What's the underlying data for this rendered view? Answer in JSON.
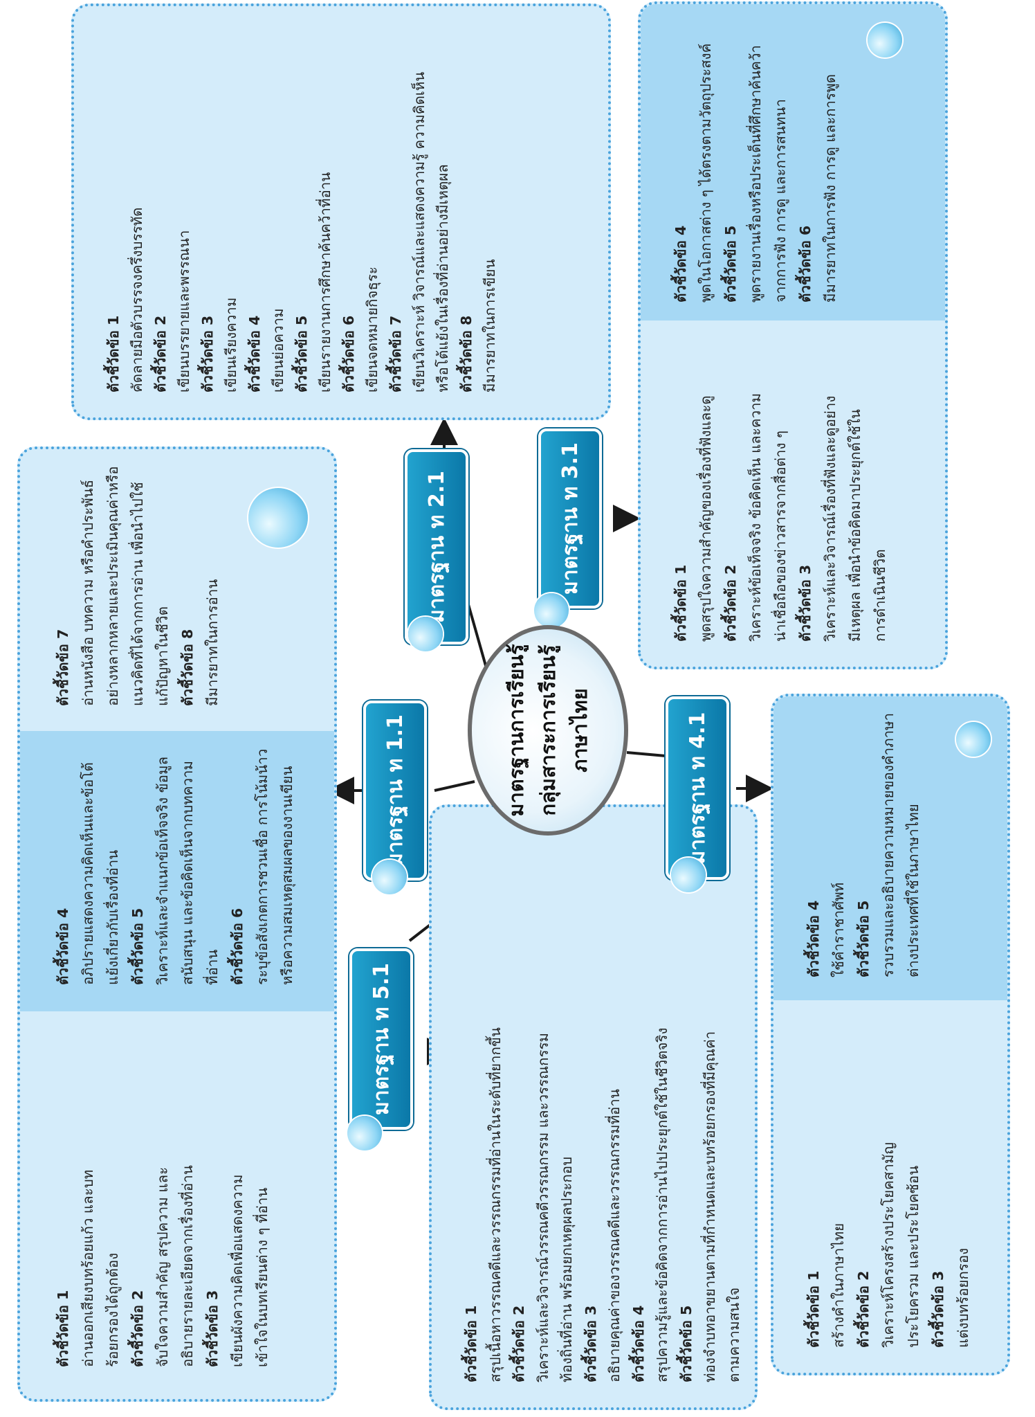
{
  "center": {
    "line1": "มาตรฐานการเรียนรู้",
    "line2": "กลุ่มสาระการเรียนรู้",
    "line3": "ภาษาไทย"
  },
  "standards": {
    "s11": "มาตรฐาน ท 1.1",
    "s21": "มาตรฐาน ท 2.1",
    "s31": "มาตรฐาน ท 3.1",
    "s41": "มาตรฐาน ท 4.1",
    "s51": "มาตรฐาน ท 5.1"
  },
  "panel_11": {
    "a": [
      {
        "h": "ตัวชี้วัดข้อ 1",
        "t": [
          "อ่านออกเสียงบทร้อยแก้ว และบท",
          "ร้อยกรองได้ถูกต้อง"
        ]
      },
      {
        "h": "ตัวชี้วัดข้อ 2",
        "t": [
          "จับใจความสำคัญ สรุปความ และ",
          "อธิบายรายละเอียดจากเรื่องที่อ่าน"
        ]
      },
      {
        "h": "ตัวชี้วัดข้อ 3",
        "t": [
          "เขียนผังความคิดเพื่อแสดงความ",
          "เข้าใจในบทเรียนต่าง ๆ ที่อ่าน"
        ]
      }
    ],
    "b": [
      {
        "h": "ตัวชี้วัดข้อ 4",
        "t": [
          "อภิปรายแสดงความคิดเห็นและข้อโต้",
          "แย้งเกี่ยวกับเรื่องที่อ่าน"
        ]
      },
      {
        "h": "ตัวชี้วัดข้อ 5",
        "t": [
          "วิเคราะห์และจำแนกข้อเท็จจริง ข้อมูล",
          "สนับสนุน และข้อคิดเห็นจากบทความ",
          "ที่อ่าน"
        ]
      },
      {
        "h": "ตัวชี้วัดข้อ 6",
        "t": [
          "ระบุข้อสังเกตการชวนเชื่อ การโน้มน้าว",
          "หรือความสมเหตุสมผลของงานเขียน"
        ]
      }
    ],
    "c": [
      {
        "h": "ตัวชี้วัดข้อ 7",
        "t": [
          "อ่านหนังสือ บทความ หรือคำประพันธ์",
          "อย่างหลากหลายและประเมินคุณค่าหรือ",
          "แนวคิดที่ได้จากการอ่าน เพื่อนำไปใช้",
          "แก้ปัญหาในชีวิต"
        ]
      },
      {
        "h": "ตัวชี้วัดข้อ 8",
        "t": [
          "มีมารยาทในการอ่าน"
        ]
      }
    ]
  },
  "panel_21": [
    {
      "h": "ตัวชี้วัดข้อ 1",
      "t": [
        "คัดลายมือตัวบรรจงครึ่งบรรทัด"
      ]
    },
    {
      "h": "ตัวชี้วัดข้อ 2",
      "t": [
        "เขียนบรรยายและพรรณนา"
      ]
    },
    {
      "h": "ตัวชี้วัดข้อ 3",
      "t": [
        "เขียนเรียงความ"
      ]
    },
    {
      "h": "ตัวชี้วัดข้อ 4",
      "t": [
        "เขียนย่อความ"
      ]
    },
    {
      "h": "ตัวชี้วัดข้อ 5",
      "t": [
        "เขียนรายงานการศึกษาค้นคว้าที่อ่าน"
      ]
    },
    {
      "h": "ตัวชี้วัดข้อ 6",
      "t": [
        "เขียนจดหมายกิจธุระ"
      ]
    },
    {
      "h": "ตัวชี้วัดข้อ 7",
      "t": [
        "เขียนวิเคราะห์ วิจารณ์และแสดงความรู้ ความคิดเห็น",
        "หรือโต้แย้งในเรื่องที่อ่านอย่างมีเหตุผล"
      ]
    },
    {
      "h": "ตัวชี้วัดข้อ 8",
      "t": [
        "มีมารยาทในการเขียน"
      ]
    }
  ],
  "panel_31": {
    "a": [
      {
        "h": "ตัวชี้วัดข้อ 1",
        "t": [
          "พูดสรุปใจความสำคัญของเรื่องที่ฟังและดู"
        ]
      },
      {
        "h": "ตัวชี้วัดข้อ 2",
        "t": [
          "วิเคราะห์ข้อเท็จจริง ข้อคิดเห็น และความ",
          "น่าเชื่อถือของข่าวสารจากสื่อต่าง ๆ"
        ]
      },
      {
        "h": "ตัวชี้วัดข้อ 3",
        "t": [
          "วิเคราะห์และวิจารณ์เรื่องที่ฟังและดูอย่าง",
          "มีเหตุผล เพื่อนำข้อคิดมาประยุกต์ใช้ใน",
          "การดำเนินชีวิต"
        ]
      }
    ],
    "b": [
      {
        "h": "ตัวชี้วัดข้อ 4",
        "t": [
          "พูดในโอกาสต่าง ๆ ได้ตรงตามวัตถุประสงค์"
        ]
      },
      {
        "h": "ตัวชี้วัดข้อ 5",
        "t": [
          "พูดรายงานเรื่องหรือประเด็นที่ศึกษาค้นคว้า",
          "จากการฟัง การดู และการสนทนา"
        ]
      },
      {
        "h": "ตัวชี้วัดข้อ 6",
        "t": [
          "มีมารยาทในการฟัง การดู และการพูด"
        ]
      }
    ]
  },
  "panel_41": {
    "a": [
      {
        "h": "ตัวชี้วัดข้อ 1",
        "t": [
          "สร้างคำในภาษาไทย"
        ]
      },
      {
        "h": "ตัวชี้วัดข้อ 2",
        "t": [
          "วิเคราะห์โครงสร้างประโยคสามัญ",
          "ประโยครวม และประโยคซ้อน"
        ]
      },
      {
        "h": "ตัวชี้วัดข้อ 3",
        "t": [
          "แต่งบทร้อยกรอง"
        ]
      }
    ],
    "b": [
      {
        "h": "ตัวชี้วัดข้อ 4",
        "t": [
          "ใช้คำราชาศัพท์"
        ]
      },
      {
        "h": "ตัวชี้วัดข้อ 5",
        "t": [
          "รวบรวมและอธิบายความหมายของคำภาษา",
          "ต่างประเทศที่ใช้ในภาษาไทย"
        ]
      }
    ]
  },
  "panel_51": [
    {
      "h": "ตัวชี้วัดข้อ 1",
      "t": [
        "สรุปเนื้อหาวรรณคดีและวรรณกรรมที่อ่านในระดับที่ยากขึ้น"
      ]
    },
    {
      "h": "ตัวชี้วัดข้อ 2",
      "t": [
        "วิเคราะห์และวิจารณ์วรรณคดีวรรณกรรม และวรรณกรรม",
        "ท้องถิ่นที่อ่าน พร้อมยกเหตุผลประกอบ"
      ]
    },
    {
      "h": "ตัวชี้วัดข้อ 3",
      "t": [
        "อธิบายคุณค่าของวรรณคดีและวรรณกรรมที่อ่าน"
      ]
    },
    {
      "h": "ตัวชี้วัดข้อ 4",
      "t": [
        "สรุปความรู้และข้อคิดจากการอ่านไปประยุกต์ใช้ในชีวิตจริง"
      ]
    },
    {
      "h": "ตัวชี้วัดข้อ 5",
      "t": [
        "ท่องจำบทอาขยานตามที่กำหนดและบทร้อยกรองที่มีคุณค่า",
        "ตามความสนใจ"
      ]
    }
  ]
}
